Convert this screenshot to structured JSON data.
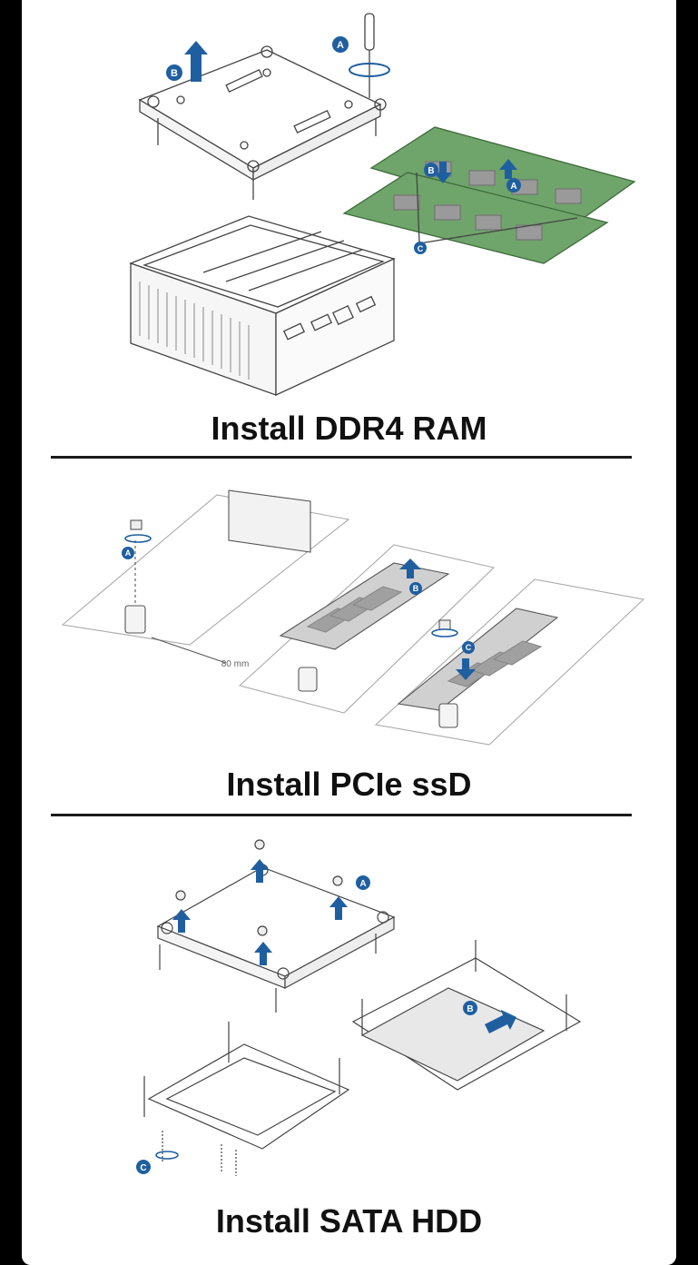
{
  "colors": {
    "accent": "#1f5fa0",
    "pcb": "#6fa46a",
    "line": "#444444",
    "chip": "#9a9a9a"
  },
  "sections": [
    {
      "title": "Install DDR4 RAM",
      "callouts": [
        "A",
        "B",
        "A",
        "B",
        "C"
      ]
    },
    {
      "title": "Install PCIe ssD",
      "callouts": [
        "A",
        "B",
        "C"
      ],
      "measure_label": "80 mm"
    },
    {
      "title": "Install SATA HDD",
      "callouts": [
        "A",
        "B",
        "C"
      ]
    }
  ],
  "icons": [
    "screwdriver-icon",
    "rotate-arrow-icon",
    "up-arrow-icon",
    "down-arrow-icon"
  ]
}
